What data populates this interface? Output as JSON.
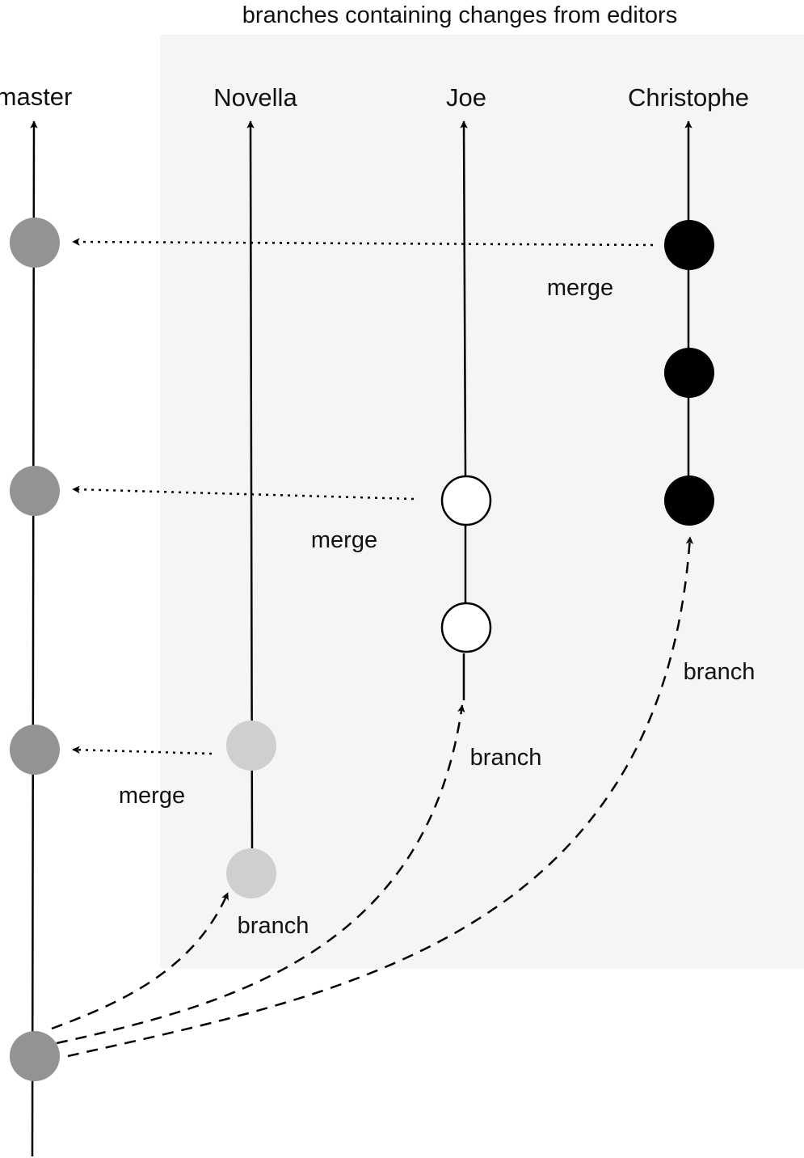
{
  "header": {
    "caption": "branches containing changes from editors"
  },
  "branches": {
    "master": {
      "label": "master",
      "commit_color": "#939393"
    },
    "novella": {
      "label": "Novella",
      "commit_color": "#cfcfcf"
    },
    "joe": {
      "label": "Joe",
      "commit_color": "#ffffff"
    },
    "christophe": {
      "label": "Christophe",
      "commit_color": "#000000"
    }
  },
  "edges": {
    "merge_christophe": "merge",
    "merge_joe": "merge",
    "merge_novella": "merge",
    "branch_christophe": "branch",
    "branch_joe": "branch",
    "branch_novella": "branch"
  },
  "colors": {
    "editors_panel": "#f5f5f5",
    "line": "#000000"
  }
}
